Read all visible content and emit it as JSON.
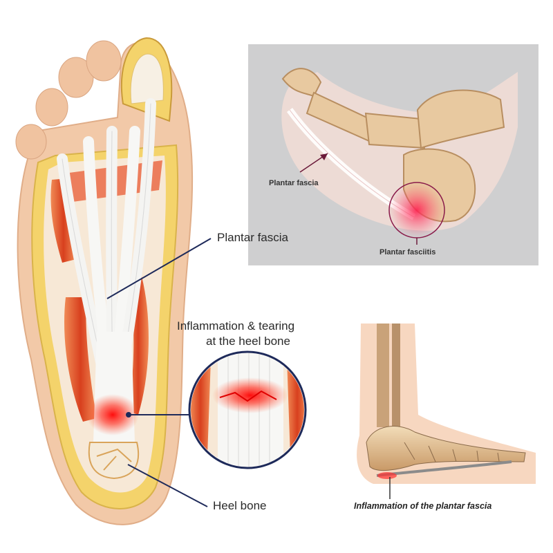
{
  "labels": {
    "plantar_fascia_main": "Plantar fascia",
    "inflammation_line1": "Inflammation & tearing",
    "inflammation_line2": "at the heel bone",
    "heel_bone": "Heel bone",
    "plantar_fascia_top": "Plantar fascia",
    "plantar_fasciitis": "Plantar fasciitis",
    "inflammation_caption": "Inflammation of the plantar fascia"
  },
  "colors": {
    "skin": "#f2c9a8",
    "fat_yellow": "#f4d36b",
    "fascia_white": "#f7f7f5",
    "muscle_red": "#e0502a",
    "bone": "#e8c9a0",
    "pointer_navy": "#1e2a5a",
    "inflammation": "#ff1a1a",
    "panel_bg": "#cfcfd0"
  }
}
